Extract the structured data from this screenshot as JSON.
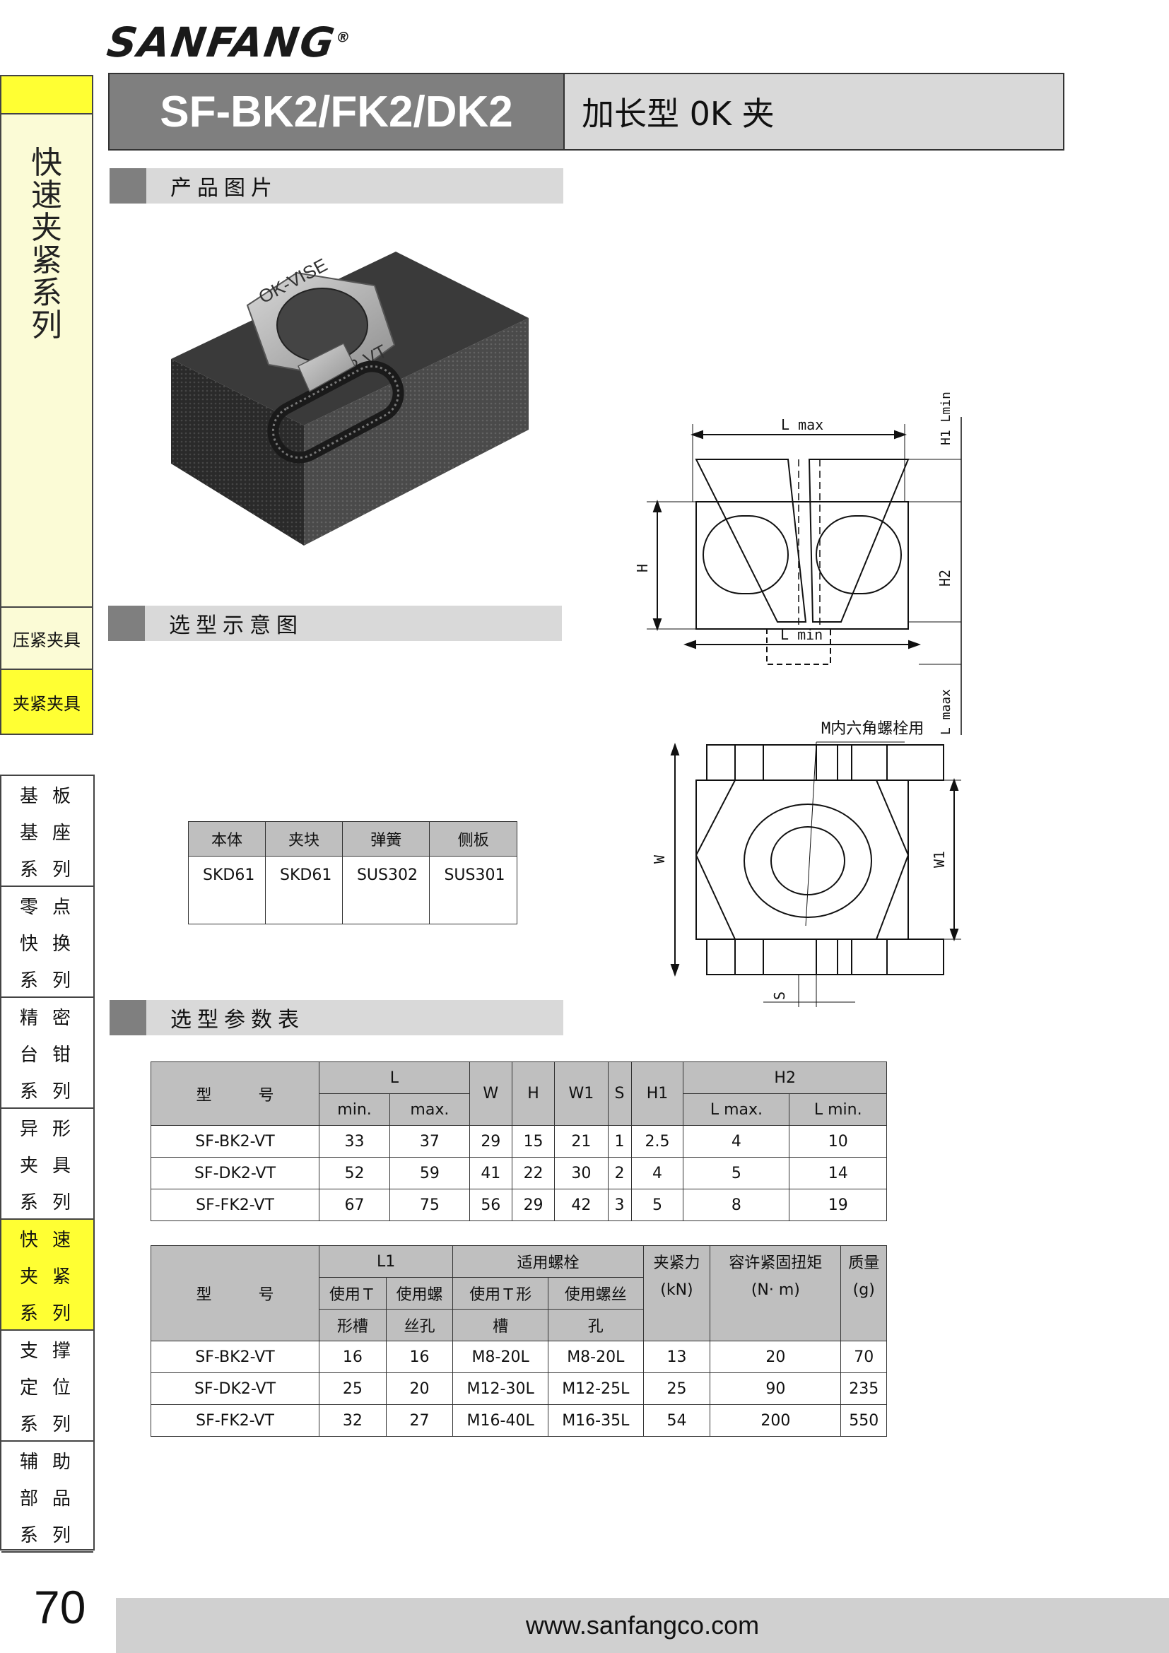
{
  "brand": {
    "name": "SANFANG",
    "registered": "®"
  },
  "header": {
    "model": "SF-BK2/FK2/DK2",
    "product_name": "加长型 0K 夹"
  },
  "sidebar": {
    "title": "快速夹紧系列",
    "sub_items": [
      "压紧夹具",
      "夹紧夹具"
    ],
    "nav": [
      {
        "lines": [
          [
            "基",
            "板"
          ],
          [
            "基",
            "座"
          ],
          [
            "系",
            "列"
          ]
        ],
        "active": false
      },
      {
        "lines": [
          [
            "零",
            "点"
          ],
          [
            "快",
            "换"
          ],
          [
            "系",
            "列"
          ]
        ],
        "active": false
      },
      {
        "lines": [
          [
            "精",
            "密"
          ],
          [
            "台",
            "钳"
          ],
          [
            "系",
            "列"
          ]
        ],
        "active": false
      },
      {
        "lines": [
          [
            "异",
            "形"
          ],
          [
            "夹",
            "具"
          ],
          [
            "系",
            "列"
          ]
        ],
        "active": false
      },
      {
        "lines": [
          [
            "快",
            "速"
          ],
          [
            "夹",
            "紧"
          ],
          [
            "系",
            "列"
          ]
        ],
        "active": true
      },
      {
        "lines": [
          [
            "支",
            "撑"
          ],
          [
            "定",
            "位"
          ],
          [
            "系",
            "列"
          ]
        ],
        "active": false
      },
      {
        "lines": [
          [
            "辅",
            "助"
          ],
          [
            "部",
            "品"
          ],
          [
            "系",
            "列"
          ]
        ],
        "active": false
      }
    ]
  },
  "sections": {
    "photo": "产品图片",
    "diagram": "选型示意图",
    "params": "选型参数表"
  },
  "photo_labels": {
    "top": "OK-VISE",
    "bottom": "DK2-VT"
  },
  "drawing_labels": {
    "l_max": "L max",
    "l_min": "L min",
    "h": "H",
    "h1": "H1 Lmin",
    "h2": "H2",
    "l_maax": "L maax",
    "w": "W",
    "w1": "W1",
    "s": "S",
    "bolt": "M内六角螺栓用"
  },
  "materials": {
    "headers": [
      "本体",
      "夹块",
      "弹簧",
      "侧板"
    ],
    "values": [
      "SKD61",
      "SKD61",
      "SUS302",
      "SUS301"
    ]
  },
  "table1": {
    "model_header": [
      "型",
      "号"
    ],
    "L": "L",
    "W": "W",
    "H": "H",
    "W1": "W1",
    "S": "S",
    "H1": "H1",
    "H2": "H2",
    "min": "min.",
    "max": "max.",
    "lmax": "L max.",
    "lmin": "L min.",
    "rows": [
      [
        "SF-BK2-VT",
        "33",
        "37",
        "29",
        "15",
        "21",
        "1",
        "2.5",
        "4",
        "10"
      ],
      [
        "SF-DK2-VT",
        "52",
        "59",
        "41",
        "22",
        "30",
        "2",
        "4",
        "5",
        "14"
      ],
      [
        "SF-FK2-VT",
        "67",
        "75",
        "56",
        "29",
        "42",
        "3",
        "5",
        "8",
        "19"
      ]
    ]
  },
  "table2": {
    "model_header": [
      "型",
      "号"
    ],
    "L1": "L1",
    "bolt": "适用螺栓",
    "force": "夹紧力",
    "force_unit": "(kN)",
    "torque": "容许紧固扭矩",
    "torque_unit": "(N· m)",
    "mass": "质量",
    "mass_unit": "(g)",
    "t_slot_1": "使用Ｔ",
    "t_slot_2": "形槽",
    "screw_1": "使用螺",
    "screw_2": "丝孔",
    "bolt_t_1": "使用Ｔ形",
    "bolt_t_2": "槽",
    "bolt_s_1": "使用螺丝",
    "bolt_s_2": "孔",
    "rows": [
      [
        "SF-BK2-VT",
        "16",
        "16",
        "M8-20L",
        "M8-20L",
        "13",
        "20",
        "70"
      ],
      [
        "SF-DK2-VT",
        "25",
        "20",
        "M12-30L",
        "M12-25L",
        "25",
        "90",
        "235"
      ],
      [
        "SF-FK2-VT",
        "32",
        "27",
        "M16-40L",
        "M16-35L",
        "54",
        "200",
        "550"
      ]
    ]
  },
  "footer": {
    "page": "70",
    "url": "www.sanfangco.com"
  }
}
